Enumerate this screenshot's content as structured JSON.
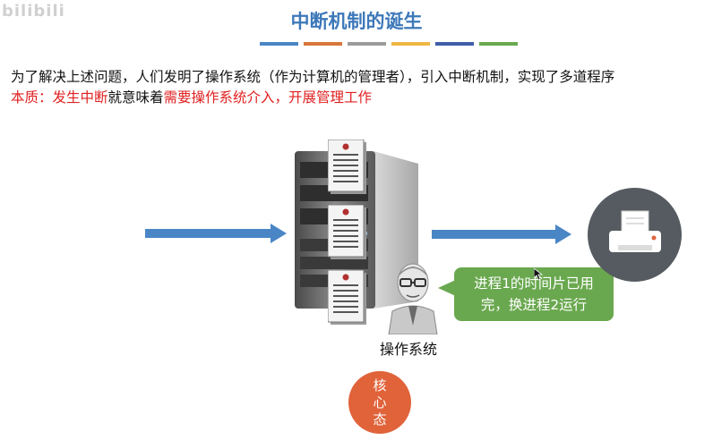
{
  "watermark": "bilibili",
  "slide": {
    "title": "中断机制的诞生",
    "title_bar_colors": [
      "#4a86c5",
      "#d9763b",
      "#9b9b9b",
      "#efb743",
      "#3f5ea8",
      "#6aa84f"
    ]
  },
  "body": {
    "line1": "为了解决上述问题，人们发明了操作系统（作为计算机的管理者），引入中断机制，实现了多道程序",
    "line2_parts": [
      {
        "text": "本质：发生中断",
        "color": "red"
      },
      {
        "text": "就意味着",
        "color": "black"
      },
      {
        "text": "需要操作系统介入，开展管理工作",
        "color": "red"
      }
    ]
  },
  "diagram": {
    "os_label": "操作系统",
    "bubble_line1": "进程1的时间片已用",
    "bubble_line2": "完，换进程2运行",
    "core_state": [
      "核",
      "心",
      "态"
    ]
  },
  "colors": {
    "arrow": "#4a86c5",
    "bubble": "#6aa84f",
    "core_circle": "#e0633a",
    "printer_circle": "#555b60",
    "title": "#3d78b9",
    "emphasis": "#e02020"
  }
}
